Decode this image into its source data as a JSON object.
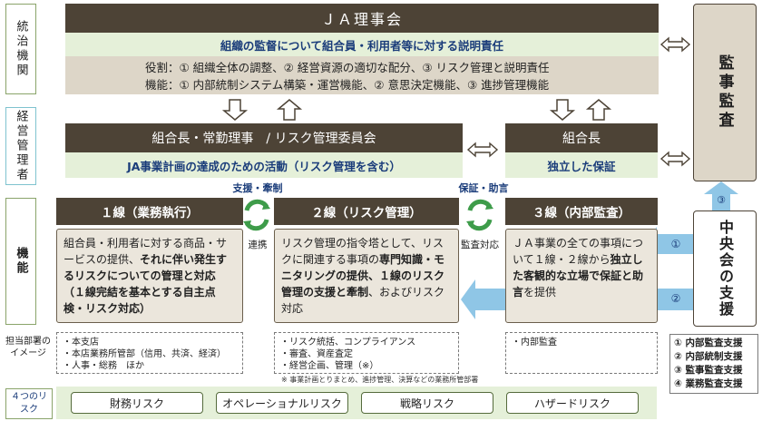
{
  "side_labels": {
    "governance": "統治機関",
    "management": "経営管理者",
    "function": "機能"
  },
  "board": {
    "title": "ＪＡ理事会",
    "band": "組織の監督について組合員・利用者等に対する説明責任",
    "roles": "役割：① 組織全体の調整、② 経営資源の適切な配分、③ リスク管理と説明責任",
    "functions": "機能：① 内部統制システム構築・運営機能、② 意思決定機能、③ 進捗管理機能"
  },
  "auditor": {
    "title": "監事監査"
  },
  "committee": {
    "title": "組合長・常勤理事　/ リスク管理委員会",
    "band": "JA事業計画の達成のための活動（リスク管理を含む）"
  },
  "chief": {
    "title": "組合長",
    "band": "独立した保証"
  },
  "relation_labels": {
    "support_restraint": "支援・牽制",
    "assurance_advice": "保証・助言",
    "cooperation": "連携",
    "audit_response": "監査対応"
  },
  "lines": [
    {
      "title": "１線（業務執行）",
      "body_lead": "組合員・利用者に対する商品・サービスの提供、",
      "body_bold": "それに伴い発生するリスクについての管理と対応（１線完結を基本とする自主点検・リスク対応）",
      "body_tail": ""
    },
    {
      "title": "２線（リスク管理）",
      "body_lead": "リスク管理の指令塔として、リスクに関連する事項の",
      "body_bold": "専門知識・モニタリングの提供、１線のリスク管理の支援と牽制",
      "body_tail": "、およびリスク対応"
    },
    {
      "title": "３線（内部監査）",
      "body_lead": "ＪＡ事業の全ての事項について１線・２線から",
      "body_bold": "独立した客観的な立場で保証と助言",
      "body_tail": "を提供"
    }
  ],
  "central": {
    "title": "中央会の支援",
    "markers": [
      "①",
      "②",
      "③"
    ],
    "support_list": [
      "① 内部監査支援",
      "② 内部統制支援",
      "③ 監事監査支援",
      "④ 業務監査支援"
    ]
  },
  "departments": {
    "label": "担当部署のイメージ",
    "line1": [
      "・本支店",
      "・本店業務所管部（信用、共済、経済）",
      "・人事・総務　ほか"
    ],
    "line2": [
      "・リスク統括、コンプライアンス",
      "・審査、資産査定",
      "・経営企画、管理（※）"
    ],
    "line3": [
      "・内部監査"
    ],
    "note": "※ 事業計画とりまとめ、進捗管理、決算などの業務所管部署"
  },
  "risks": {
    "label": "４つのリスク",
    "items": [
      "財務リスク",
      "オペレーショナルリスク",
      "戦略リスク",
      "ハザードリスク"
    ]
  },
  "colors": {
    "dark": "#4d4336",
    "band": "#e5f0d9",
    "navy": "#1a3c7a",
    "beige": "#ddd6c8",
    "blue_arrow": "#7fc3e8",
    "green_cycle": "#3e9c4a"
  }
}
